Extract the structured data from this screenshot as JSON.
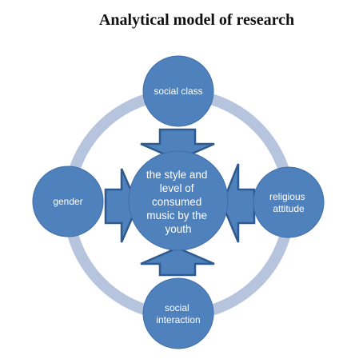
{
  "title": "Analytical model of research",
  "center": {
    "lines": [
      "the style and",
      "level of",
      "consumed",
      "music by the",
      "youth"
    ]
  },
  "nodes": {
    "top": {
      "lines": [
        "social class"
      ]
    },
    "left": {
      "lines": [
        "gender"
      ]
    },
    "right": {
      "lines": [
        "religious",
        "attitude"
      ]
    },
    "bottom": {
      "lines": [
        "social",
        "interaction"
      ]
    }
  },
  "colors": {
    "circle_fill": "#4f81bd",
    "circle_stroke": "#3f6ea8",
    "ring": "#b6c4dd",
    "arrow_fill": "#4f81bd",
    "arrow_stroke": "#2f5a8f"
  }
}
